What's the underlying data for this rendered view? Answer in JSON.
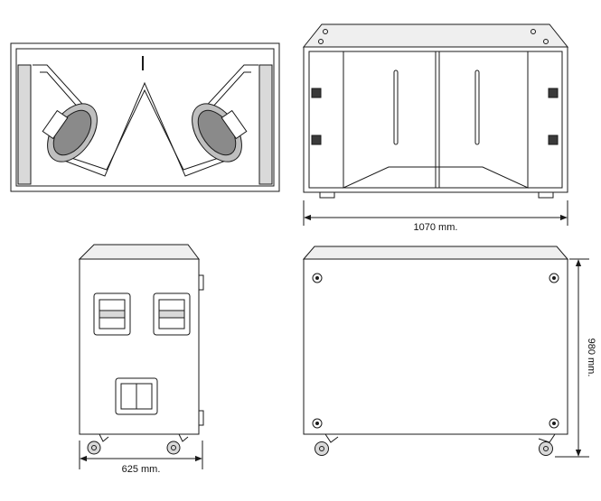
{
  "drawing": {
    "stroke_color": "#1a1a1a",
    "panel_fill": "#d9d9d9",
    "dark_fill": "#3a3a3a",
    "dimensions": {
      "width_label": "1070 mm.",
      "depth_label": "625 mm.",
      "height_label": "980 mm."
    },
    "views": [
      {
        "name": "top-section-view"
      },
      {
        "name": "front-view"
      },
      {
        "name": "side-view"
      },
      {
        "name": "rear-view"
      }
    ]
  }
}
